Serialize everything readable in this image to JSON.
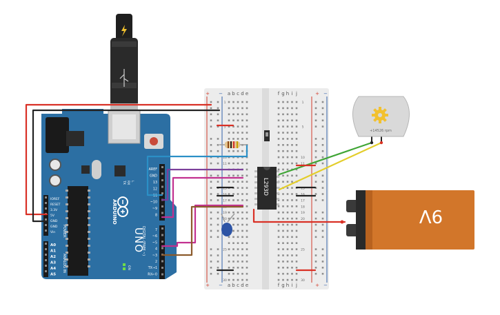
{
  "colors": {
    "board": "#2c6fa3",
    "board_dark": "#1f5683",
    "breadboard": "#ececec",
    "rail_red": "#d23a2a",
    "rail_blue": "#2f5fa9",
    "wire_red": "#d93025",
    "wire_black": "#222222",
    "wire_cyan": "#2b8fc6",
    "wire_purple": "#7b3f9a",
    "wire_magenta": "#c2308f",
    "wire_brown": "#8b5a2b",
    "wire_green": "#3fa535",
    "wire_yellow": "#e3cd2a",
    "battery_body": "#d2762a",
    "battery_top": "#2a2a2a",
    "motor_body": "#d9d9d9",
    "gear": "#f2c12e",
    "capacitor": "#2d54a5"
  },
  "arduino": {
    "brand": "ARDUINO",
    "model": "UNO",
    "on_label": "ON",
    "header_power_label": "POWER",
    "header_analog_label": "ANALOG IN",
    "header_digital_label": "DIGITAL (PWM ~)",
    "power_pins": [
      "IOREF",
      "RESET",
      "3.3V",
      "5V",
      "GND",
      "GND",
      "Vin"
    ],
    "analog_pins": [
      "A0",
      "A1",
      "A2",
      "A3",
      "A4",
      "A5"
    ],
    "digital_pins_top": [
      "AREF",
      "GND",
      "13",
      "12",
      "~11",
      "~10",
      "~9",
      "8"
    ],
    "digital_pins_bottom": [
      "7",
      "~6",
      "~5",
      "4",
      "~3",
      "2",
      "TX→1",
      "RX←0"
    ],
    "tx_label": "TX",
    "rx_label": "RX",
    "l_label": "L"
  },
  "breadboard": {
    "columns_left": [
      "a",
      "b",
      "c",
      "d",
      "e"
    ],
    "columns_right": [
      "f",
      "g",
      "h",
      "i",
      "j"
    ],
    "rail_plus": "+",
    "rail_minus": "−",
    "row_count": 30,
    "row_labels_shown": [
      "1",
      "5",
      "10",
      "11",
      "15",
      "16",
      "17",
      "18",
      "19",
      "20",
      "25",
      "30"
    ]
  },
  "chip": {
    "label": "L293D"
  },
  "motor": {
    "speed_label": "+14526 rpm"
  },
  "battery": {
    "label": "9V"
  },
  "usb": {
    "icon": "lightning-icon"
  }
}
